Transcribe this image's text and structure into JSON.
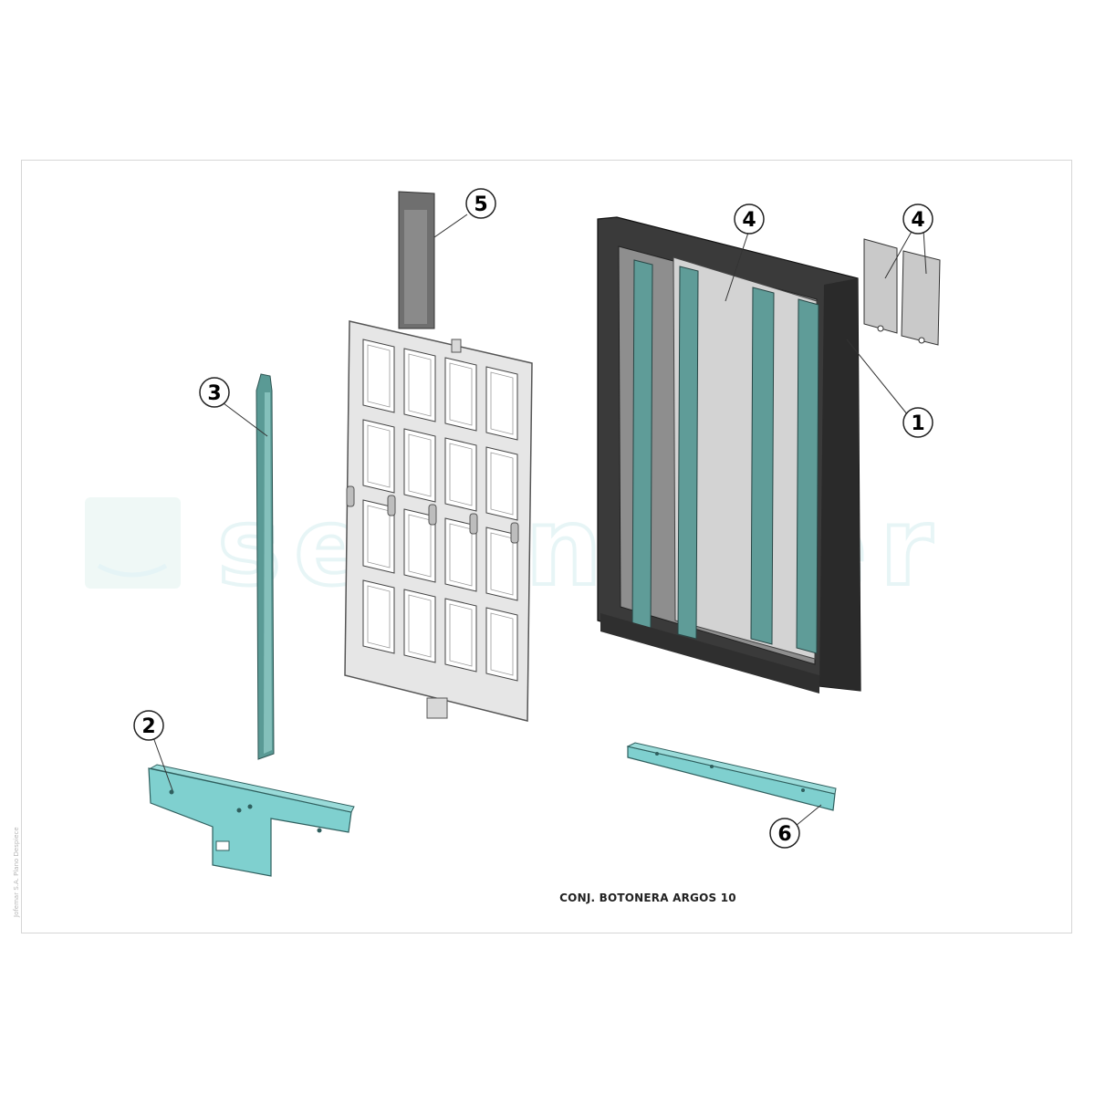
{
  "title_block": {
    "caption": "CONJ. BOTONERA ARGOS 10",
    "side_note": "Jofemar S.A. Plano Despiece"
  },
  "watermark": {
    "text": "sefenquer",
    "color": "#dcefed"
  },
  "callouts": [
    {
      "id": "1",
      "label": "1"
    },
    {
      "id": "2",
      "label": "2"
    },
    {
      "id": "3",
      "label": "3"
    },
    {
      "id": "4a",
      "label": "4"
    },
    {
      "id": "4b",
      "label": "4"
    },
    {
      "id": "5",
      "label": "5"
    },
    {
      "id": "6",
      "label": "6"
    }
  ],
  "colors": {
    "part_teal": "#7fd0cf",
    "frame_dark": "#3d3d3d",
    "grid_light": "#e4e4e4",
    "plate_grey": "#c9c9c9"
  }
}
